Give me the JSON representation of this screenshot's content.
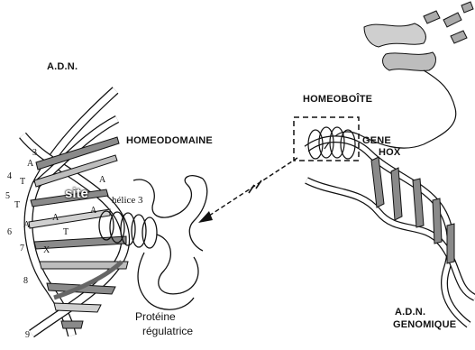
{
  "labels": {
    "adn": "A.D.N.",
    "homeodomaine": "HOMEODOMAINE",
    "homeoboite": "HOMEOBOÎTE",
    "gene": "GENE",
    "hox": "HOX",
    "site": "site",
    "helice": "hélice 3",
    "proteine": "Protéine",
    "regulatrice": "régulatrice",
    "adn_genomique_1": "A.D.N.",
    "adn_genomique_2": "GENOMIQUE"
  },
  "strand_numbers": [
    "3",
    "4",
    "5",
    "6",
    "7",
    "8",
    "9"
  ],
  "bases": [
    "A",
    "T",
    "T",
    "A",
    "A",
    "A",
    "T",
    "X",
    "A"
  ],
  "colors": {
    "ink": "#111111",
    "shade": "#7a7a7a",
    "light": "#d6d6d6"
  }
}
